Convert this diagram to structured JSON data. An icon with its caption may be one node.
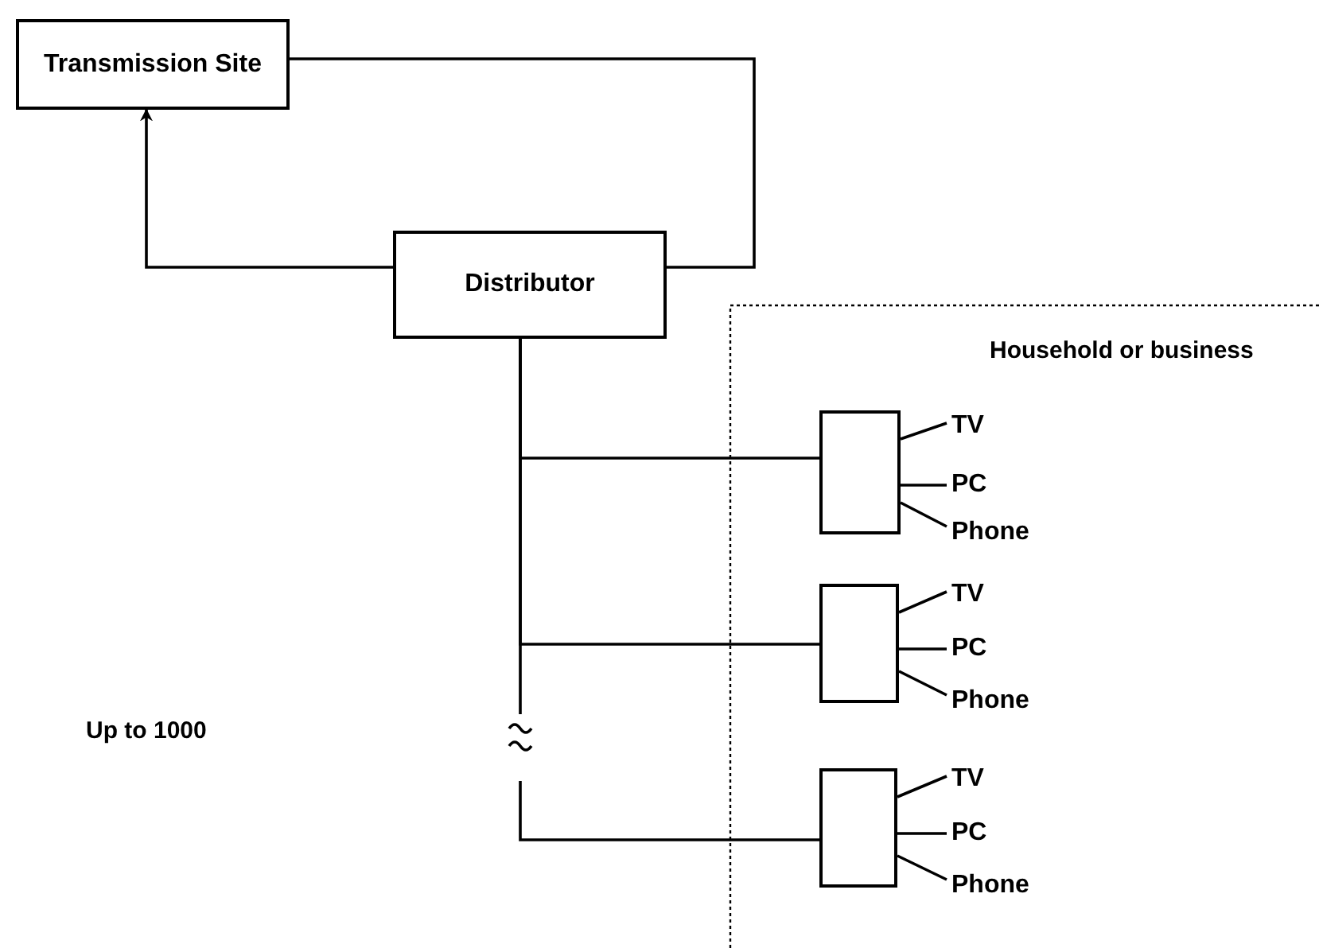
{
  "diagram": {
    "nodes": [
      {
        "text": [
          "Transmission Site"
        ]
      },
      {
        "text": [
          "Distributor"
        ]
      },
      {
        "text": [],
        "shape": "box"
      },
      {
        "text": [],
        "shape": "box"
      },
      {
        "text": [],
        "shape": "box"
      },
      {
        "text": [
          "TV"
        ]
      },
      {
        "text": [
          "PC"
        ]
      },
      {
        "text": [
          "Phone"
        ]
      },
      {
        "text": [
          "TV"
        ]
      },
      {
        "text": [
          "PC"
        ]
      },
      {
        "text": [
          "Phone"
        ]
      },
      {
        "text": [
          "TV"
        ]
      },
      {
        "text": [
          "PC"
        ]
      },
      {
        "text": [
          "Phone"
        ]
      }
    ],
    "edges": [
      {
        "from": 1,
        "to": 0,
        "arrow": "to"
      },
      {
        "from": 0,
        "to": 1,
        "arrow": "none"
      },
      {
        "from": 1,
        "to": 2,
        "arrow": "none"
      },
      {
        "from": 1,
        "to": 3,
        "arrow": "none"
      },
      {
        "from": 1,
        "to": 4,
        "arrow": "none"
      },
      {
        "from": 2,
        "to": 5,
        "arrow": "none"
      },
      {
        "from": 2,
        "to": 6,
        "arrow": "none"
      },
      {
        "from": 2,
        "to": 7,
        "arrow": "none"
      },
      {
        "from": 3,
        "to": 8,
        "arrow": "none"
      },
      {
        "from": 3,
        "to": 9,
        "arrow": "none"
      },
      {
        "from": 3,
        "to": 10,
        "arrow": "none"
      },
      {
        "from": 4,
        "to": 11,
        "arrow": "none"
      },
      {
        "from": 4,
        "to": 12,
        "arrow": "none"
      },
      {
        "from": 4,
        "to": 13,
        "arrow": "none"
      }
    ],
    "labels": [
      "Household or business",
      "Up to 1000"
    ]
  }
}
